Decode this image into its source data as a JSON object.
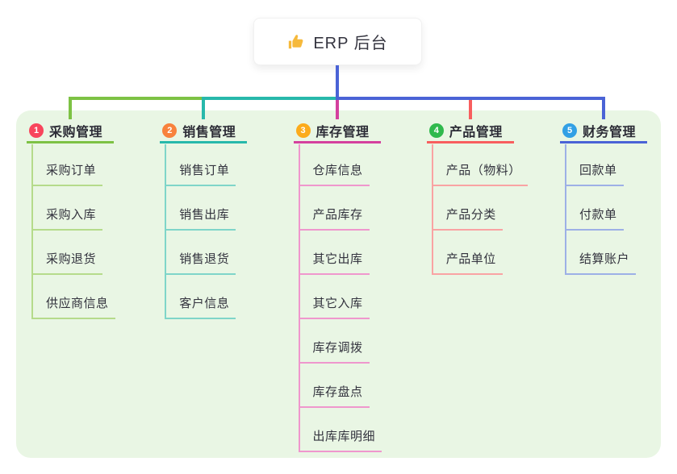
{
  "root": {
    "label": "ERP 后台",
    "icon": "thumbs-up-icon",
    "icon_color": "#f6b93b",
    "stem_color": "#4a63d6"
  },
  "panel_color": "#e9f6e4",
  "branches": [
    {
      "badge": "1",
      "label": "采购管理",
      "badge_color": "#f8455c",
      "line_color": "#7dc244",
      "child_line_color": "#b5db8b",
      "children": [
        "采购订单",
        "采购入库",
        "采购退货",
        "供应商信息"
      ]
    },
    {
      "badge": "2",
      "label": "销售管理",
      "badge_color": "#f8823c",
      "line_color": "#27b8ab",
      "child_line_color": "#7fd5c9",
      "children": [
        "销售订单",
        "销售出库",
        "销售退货",
        "客户信息"
      ]
    },
    {
      "badge": "3",
      "label": "库存管理",
      "badge_color": "#fcab1b",
      "line_color": "#d4409e",
      "child_line_color": "#ef97cd",
      "children": [
        "仓库信息",
        "产品库存",
        "其它出库",
        "其它入库",
        "库存调拨",
        "库存盘点",
        "出库库明细"
      ]
    },
    {
      "badge": "4",
      "label": "产品管理",
      "badge_color": "#30b94d",
      "line_color": "#f85e5e",
      "child_line_color": "#f9a3a3",
      "children": [
        "产品（物料）",
        "产品分类",
        "产品单位"
      ]
    },
    {
      "badge": "5",
      "label": "财务管理",
      "badge_color": "#32a0e5",
      "line_color": "#4a63d6",
      "child_line_color": "#9db0e6",
      "children": [
        "回款单",
        "付款单",
        "结算账户"
      ]
    }
  ]
}
